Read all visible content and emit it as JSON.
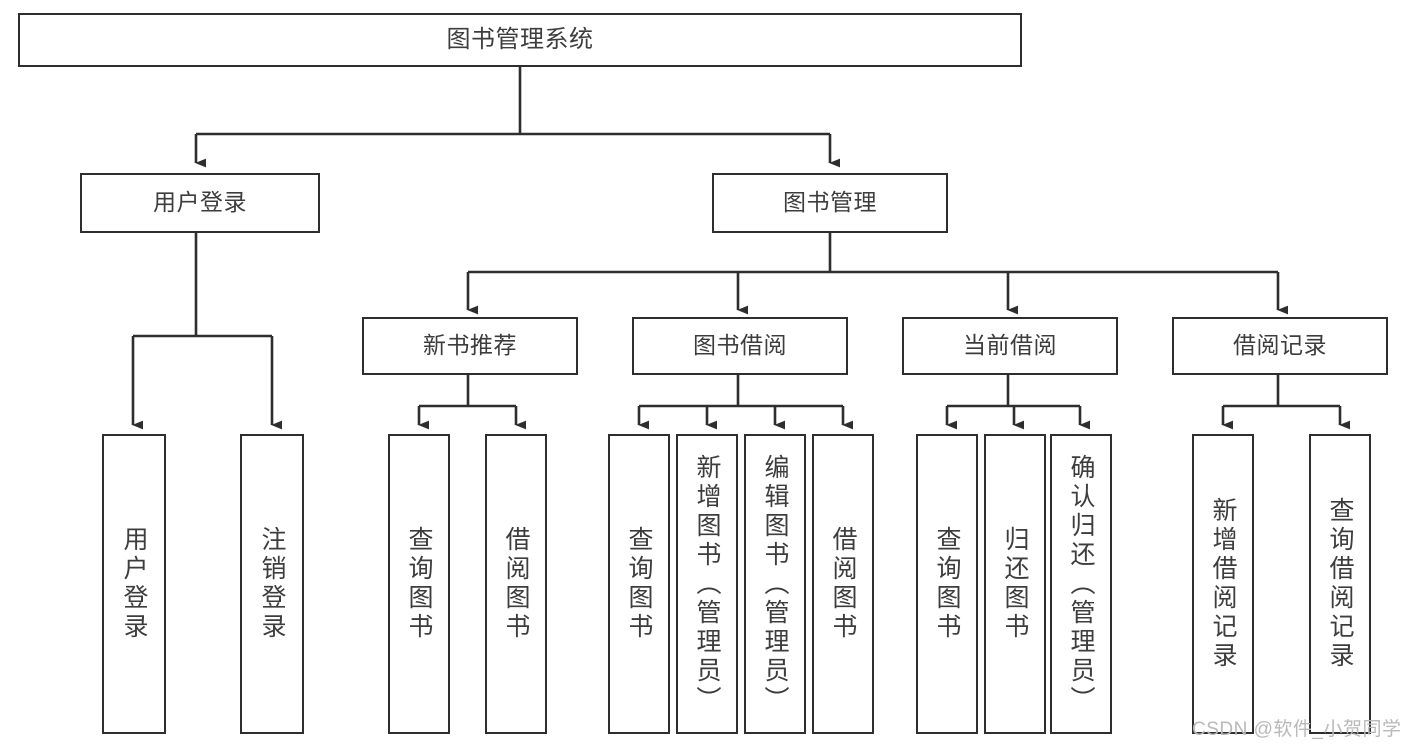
{
  "diagram": {
    "title": "图书管理系统",
    "type": "功能结构图",
    "line_color": "#2e2e2e",
    "text_color": "#3d3d3d",
    "background_color": "#ffffff"
  },
  "root": {
    "label": "图书管理系统"
  },
  "level2": [
    {
      "label": "用户登录"
    },
    {
      "label": "图书管理"
    }
  ],
  "level3": [
    {
      "label": "新书推荐"
    },
    {
      "label": "图书借阅"
    },
    {
      "label": "当前借阅"
    },
    {
      "label": "借阅记录"
    }
  ],
  "leaves": {
    "user_login": [
      {
        "label": "用户登录"
      },
      {
        "label": "注销登录"
      }
    ],
    "new_book_recommend": [
      {
        "label": "查询图书"
      },
      {
        "label": "借阅图书"
      }
    ],
    "book_borrow": [
      {
        "label": "查询图书"
      },
      {
        "label": "新增图书（管理员）"
      },
      {
        "label": "编辑图书（管理员）"
      },
      {
        "label": "借阅图书"
      }
    ],
    "current_borrow": [
      {
        "label": "查询图书"
      },
      {
        "label": "归还图书"
      },
      {
        "label": "确认归还（管理员）"
      }
    ],
    "borrow_record": [
      {
        "label": "新增借阅记录"
      },
      {
        "label": "查询借阅记录"
      }
    ]
  },
  "watermark": {
    "text": "CSDN @软件_小贺同学"
  }
}
